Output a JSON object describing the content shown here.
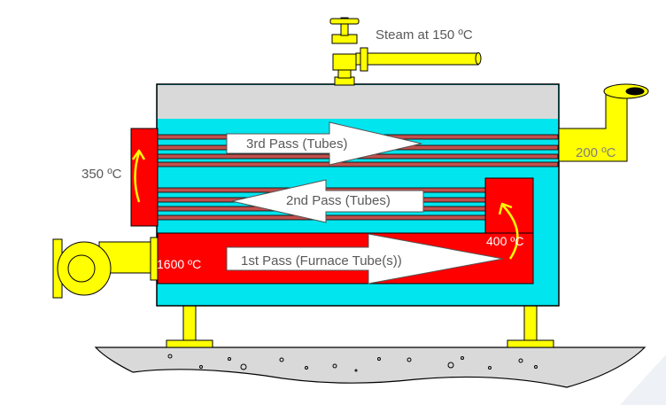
{
  "labels": {
    "steam": "Steam at 150 ºC",
    "exhaust_temp": "200 ºC",
    "front_temp": "350 ºC",
    "reversal_temp": "400 ºC",
    "burner_temp": "1600 ºC"
  },
  "passes": {
    "third": "3rd Pass (Tubes)",
    "second": "2nd Pass (Tubes)",
    "first": "1st Pass (Furnace Tube(s))"
  },
  "colors": {
    "water": "#00E5EE",
    "steam_space": "#D9D9D9",
    "hot_gas": "#FF0000",
    "tube": "#C0504D",
    "pipework": "#FFFF00",
    "ground": "#D9D9D9",
    "arrow": "#FFFFFF"
  }
}
